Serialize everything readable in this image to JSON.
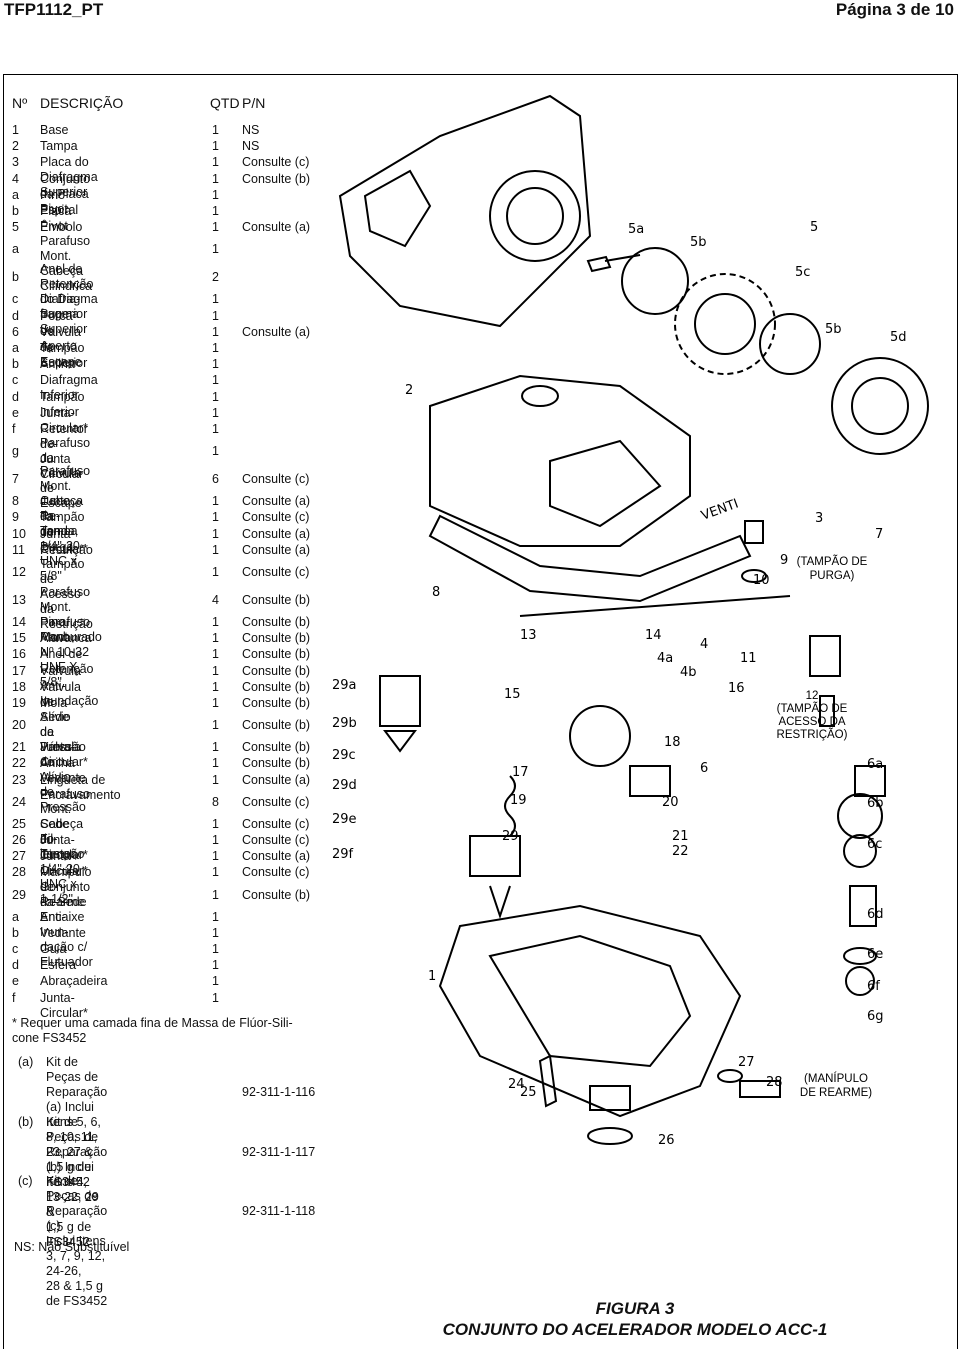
{
  "header": {
    "doc_id": "TFP1112_PT",
    "page": "Página 3 de 10"
  },
  "columns": {
    "num": "Nº",
    "desc": "DESCRIÇÃO",
    "qty": "QTD",
    "pn": "P/N"
  },
  "parts": [
    {
      "n": "1",
      "d": "Base",
      "q": "1",
      "k": "NS"
    },
    {
      "n": "2",
      "d": "Tampa",
      "q": "1",
      "k": "NS"
    },
    {
      "n": "3",
      "d": "Placa do Diafragma Superior",
      "q": "1",
      "k": "Consulte (c)"
    },
    {
      "n": "4",
      "d": "Conjunto da Placa Pivot",
      "q": "1",
      "k": "Consulte (b)"
    },
    {
      "n": "a",
      "d": "Pino Espiral",
      "q": "1",
      "k": ""
    },
    {
      "n": "b",
      "d": "Placa Pivot",
      "q": "1",
      "k": ""
    },
    {
      "n": "5",
      "d": "Êmbolo",
      "q": "1",
      "k": "Consulte (a)"
    },
    {
      "n": "a",
      "d": "Parafuso Mont. Cabeça\nCilíndrica",
      "q": "1",
      "k": ""
    },
    {
      "n": "b",
      "d": "Anel de Retenção do Dia-\nfragma Superior",
      "q": "2",
      "k": ""
    },
    {
      "n": "c",
      "d": "Diafragma Superior",
      "q": "1",
      "k": ""
    },
    {
      "n": "d",
      "d": "Porca de Aperto",
      "q": "1",
      "k": ""
    },
    {
      "n": "6",
      "d": "Válvula de Escape",
      "q": "1",
      "k": "Consulte (a)"
    },
    {
      "n": "a",
      "d": "Tampão Superior",
      "q": "1",
      "k": ""
    },
    {
      "n": "b",
      "d": "Anilha",
      "q": "1",
      "k": ""
    },
    {
      "n": "c",
      "d": "Diafragma Inferior",
      "q": "1",
      "k": ""
    },
    {
      "n": "d",
      "d": "Tampão Inferior",
      "q": "1",
      "k": ""
    },
    {
      "n": "e",
      "d": "Junta-Circular*",
      "q": "1",
      "k": ""
    },
    {
      "n": "f",
      "d": "Retentor de-Junta Circular",
      "q": "1",
      "k": ""
    },
    {
      "n": "g",
      "d": "Parafuso da Válvula de\nEscape",
      "q": "1",
      "k": ""
    },
    {
      "n": "7",
      "d": "Parafuso Mont. Cabeça Re-\ndonda, 1/4\"-20 UNC x 5/8\"",
      "q": "6",
      "k": "Consulte (c)"
    },
    {
      "n": "8",
      "d": "Junta da Tampa",
      "q": "1",
      "k": "Consulte (a)"
    },
    {
      "n": "9",
      "d": "Tampão de Purga",
      "q": "1",
      "k": "Consulte (c)"
    },
    {
      "n": "10",
      "d": "Junta-Circular*",
      "q": "1",
      "k": "Consulte (a)"
    },
    {
      "n": "11",
      "d": "Restrição",
      "q": "1",
      "k": "Consulte (a)"
    },
    {
      "n": "12",
      "d": "Tampão de Acesso da\nRestrição",
      "q": "1",
      "k": "Consulte (c)"
    },
    {
      "n": "13",
      "d": "Parafuso Mont. Parafuso\nMont., Nº 10-32 UNF X 5/8\"",
      "q": "4",
      "k": "Consulte (b)"
    },
    {
      "n": "14",
      "d": "Pino Ranhurado",
      "q": "1",
      "k": "Consulte (b)"
    },
    {
      "n": "15",
      "d": "Alavanca",
      "q": "1",
      "k": "Consulte (b)"
    },
    {
      "n": "16",
      "d": "Anel de Retenção",
      "q": "1",
      "k": "Consulte (b)"
    },
    {
      "n": "17",
      "d": "Válvula Anti-Inundação",
      "q": "1",
      "k": "Consulte (b)"
    },
    {
      "n": "18",
      "d": "Válvula de Alívio de Pressão",
      "q": "1",
      "k": "Consulte (b)"
    },
    {
      "n": "19",
      "d": "Mola",
      "q": "1",
      "k": "Consulte (b)"
    },
    {
      "n": "20",
      "d": "Sede da Válvula de Alívio de\nPressão",
      "q": "1",
      "k": "Consulte (b)"
    },
    {
      "n": "21",
      "d": "Junta-Circular*",
      "q": "1",
      "k": "Consulte (b)"
    },
    {
      "n": "22",
      "d": "Anilha Vedante",
      "q": "1",
      "k": "Consulte (b)"
    },
    {
      "n": "23",
      "d": "Lingueta de Encravamento",
      "q": "1",
      "k": "Consulte (a)"
    },
    {
      "n": "24",
      "d": "Parafuso Mont. Cabeça Fil-\nlerster, 1/4\"-20 UNC x 1-1/2\"",
      "q": "8",
      "k": "Consulte (c)"
    },
    {
      "n": "25",
      "d": "Sede do Tampão",
      "q": "1",
      "k": "Consulte (c)"
    },
    {
      "n": "26",
      "d": "Junta-Circular*",
      "q": "1",
      "k": "Consulte (c)"
    },
    {
      "n": "27",
      "d": "Junta-Circular*",
      "q": "1",
      "k": "Consulte (a)"
    },
    {
      "n": "28",
      "d": "Manípulo de Rearme",
      "q": "1",
      "k": "Consulte (c)"
    },
    {
      "n": "29",
      "d": "Conjunto da Sede Anti-Inun-\ndação c/ Flutuador",
      "q": "1",
      "k": "Consulte (b)"
    },
    {
      "n": "a",
      "d": "Encaixe",
      "q": "1",
      "k": ""
    },
    {
      "n": "b",
      "d": "Vedante",
      "q": "1",
      "k": ""
    },
    {
      "n": "c",
      "d": "Guia",
      "q": "1",
      "k": ""
    },
    {
      "n": "d",
      "d": "Esfera",
      "q": "1",
      "k": ""
    },
    {
      "n": "e",
      "d": "Abraçadeira",
      "q": "1",
      "k": ""
    },
    {
      "n": "f",
      "d": "Junta-Circular*",
      "q": "1",
      "k": ""
    }
  ],
  "footnote": "* Requer uma camada fina de Massa de Flúor-Sili-\ncone FS3452",
  "kits": [
    {
      "tag": "(a)",
      "body": "Kit de Peças de Reparação\n(a) Inclui Itens 5, 6, 8, 10, 11,\n23, 27 & 1,5 g de FS3452",
      "code": "92-311-1-116"
    },
    {
      "tag": "(b)",
      "body": "Kit de Peças de Reparação\n(b) Inclui Itens 4, 13-22, 29 &\n1,5 g de FS3452",
      "code": "92-311-1-117"
    },
    {
      "tag": "(c)",
      "body": "Kit de Peças de Reparação (c)\nInclui Itens 3, 7, 9, 12, 24-26,\n28 & 1,5 g de FS3452",
      "code": "92-311-1-118"
    }
  ],
  "ns_note": "NS: Não Substituível",
  "diagram": {
    "callouts": [
      "5a",
      "5b",
      "5",
      "5c",
      "5b",
      "5d",
      "2",
      "3",
      "7",
      "9",
      "10",
      "8",
      "13",
      "14",
      "4",
      "4a",
      "4b",
      "11",
      "16",
      "15",
      "12",
      "18",
      "6",
      "17",
      "19",
      "20",
      "21",
      "22",
      "29",
      "29a",
      "29b",
      "29c",
      "29d",
      "29e",
      "29f",
      "6a",
      "6b",
      "6c",
      "6d",
      "6e",
      "6f",
      "6g",
      "1",
      "24",
      "27",
      "28",
      "25",
      "26"
    ],
    "notes": [
      "(TAMPÃO DE\nPURGA)",
      "(TAMPÃO DE\nACESSO DA\nRESTRIÇÃO)",
      "(MANÍPULO\nDE REARME)"
    ],
    "venti": "VENTI"
  },
  "caption": {
    "label": "FIGURA 3",
    "title": "CONJUNTO DO ACELERADOR MODELO ACC-1"
  }
}
